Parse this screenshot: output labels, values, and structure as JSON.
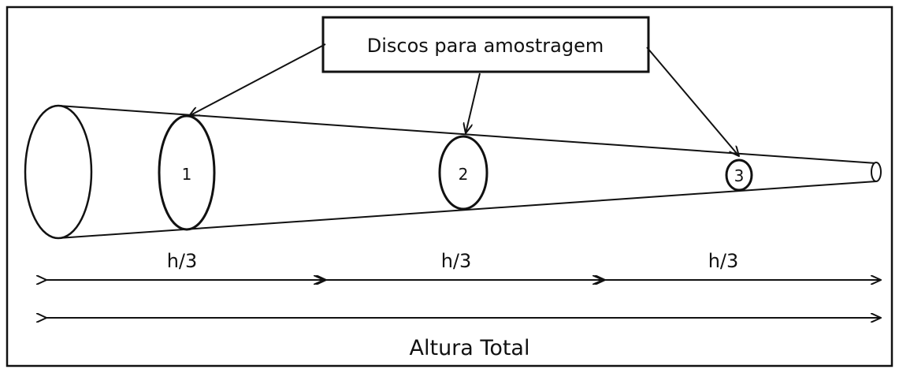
{
  "diagram": {
    "callout_label": "Discos para amostragem",
    "disks": [
      {
        "label": "1"
      },
      {
        "label": "2"
      },
      {
        "label": "3"
      }
    ],
    "segments": [
      {
        "label": "h/3"
      },
      {
        "label": "h/3"
      },
      {
        "label": "h/3"
      }
    ],
    "total_label": "Altura Total"
  }
}
